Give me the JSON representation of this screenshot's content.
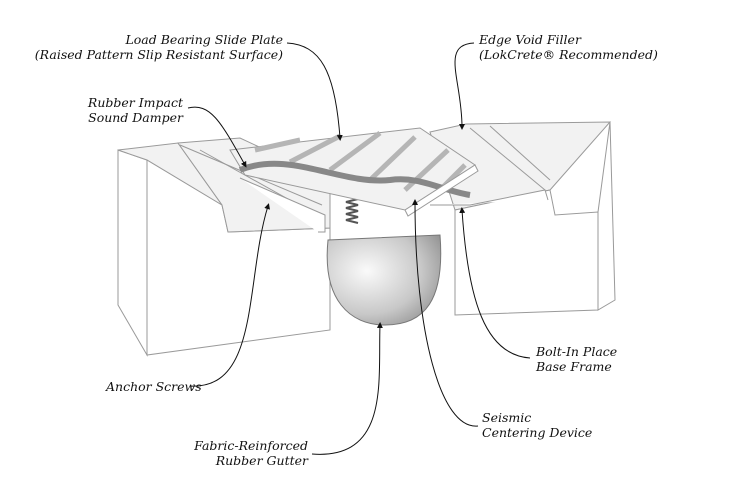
{
  "labels": {
    "slide_plate": {
      "line1": "Load Bearing Slide Plate",
      "line2": "(Raised Pattern Slip Resistant Surface)"
    },
    "edge_void": {
      "line1": "Edge Void Filler",
      "line2": "(LokCrete® Recommended)"
    },
    "rubber_impact": {
      "line1": "Rubber Impact",
      "line2": "Sound Damper"
    },
    "anchor_screws": {
      "line1": "Anchor Screws"
    },
    "bolt_in": {
      "line1": "Bolt-In Place",
      "line2": "Base Frame"
    },
    "seismic": {
      "line1": "Seismic",
      "line2": "Centering Device"
    },
    "gutter": {
      "line1": "Fabric-Reinforced",
      "line2": "Rubber Gutter"
    }
  }
}
